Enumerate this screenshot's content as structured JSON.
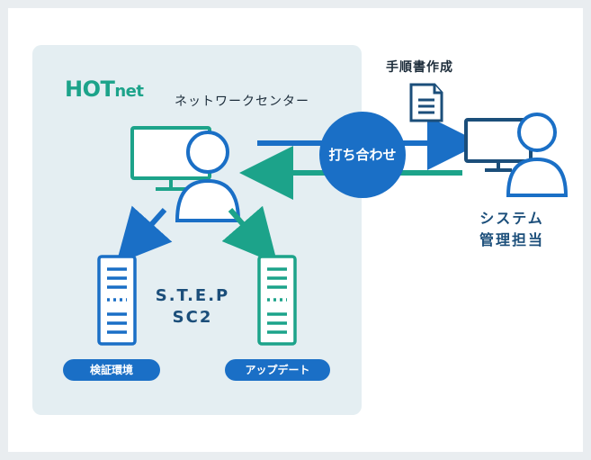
{
  "logo": {
    "hot": "HOT",
    "net": "net"
  },
  "center_name": "ネットワークセンター",
  "center_line": [
    "S.T.E.P",
    "SC2"
  ],
  "labels": {
    "verify": "検証環境",
    "update": "アップデート"
  },
  "meeting": "打ち合わせ",
  "doc": "手順書作成",
  "system_admin": [
    "システム",
    "管理担当"
  ],
  "colors": {
    "blue": "#1a6fc6",
    "teal": "#1ca38a",
    "panel": "#e4eef2",
    "text_dark": "#1b4e7a"
  },
  "icons": [
    "computer-icon",
    "person-icon",
    "server-icon",
    "document-icon"
  ]
}
